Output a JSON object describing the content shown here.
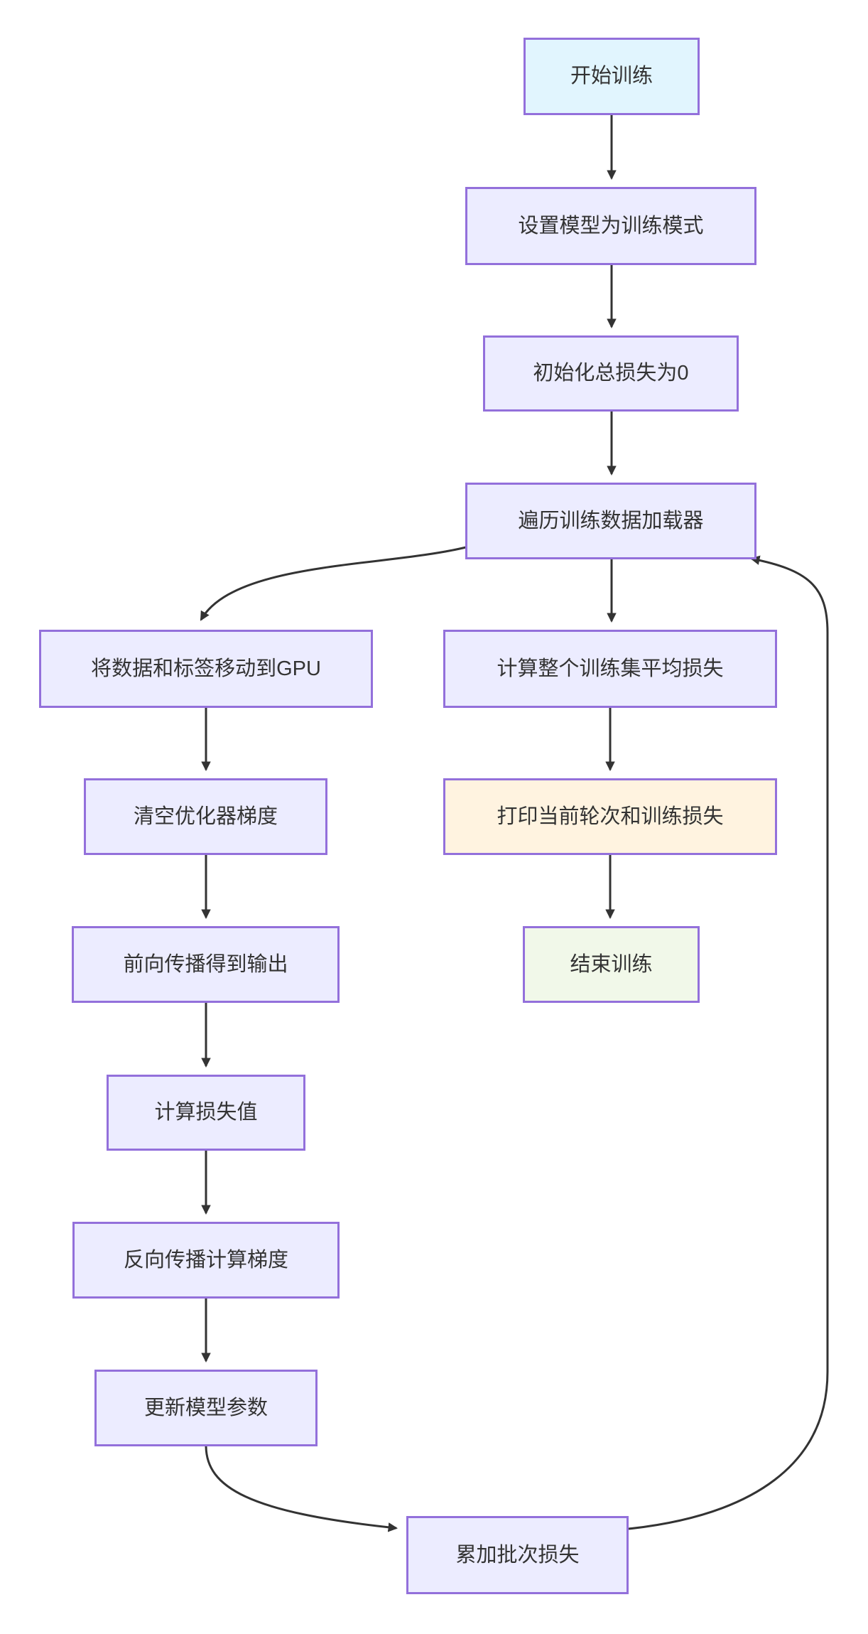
{
  "diagram": {
    "type": "flowchart",
    "direction": "top-down",
    "colors": {
      "node_fill_default": "#ECECFF",
      "node_fill_start": "#E1F5FE",
      "node_fill_print": "#FFF3E0",
      "node_fill_end": "#F1F8E9",
      "node_border": "#9370DB",
      "edge_stroke": "#333333",
      "text": "#333333",
      "background": "#ffffff"
    },
    "nodes": [
      {
        "id": "start",
        "label": "开始训练",
        "kind": "start"
      },
      {
        "id": "set",
        "label": "设置模型为训练模式",
        "kind": "process"
      },
      {
        "id": "init",
        "label": "初始化总损失为0",
        "kind": "process"
      },
      {
        "id": "loop",
        "label": "遍历训练数据加载器",
        "kind": "process"
      },
      {
        "id": "gpu",
        "label": "将数据和标签移动到GPU",
        "kind": "process"
      },
      {
        "id": "avg",
        "label": "计算整个训练集平均损失",
        "kind": "process"
      },
      {
        "id": "zero",
        "label": "清空优化器梯度",
        "kind": "process"
      },
      {
        "id": "print",
        "label": "打印当前轮次和训练损失",
        "kind": "print"
      },
      {
        "id": "fwd",
        "label": "前向传播得到输出",
        "kind": "process"
      },
      {
        "id": "end",
        "label": "结束训练",
        "kind": "end"
      },
      {
        "id": "lossv",
        "label": "计算损失值",
        "kind": "process"
      },
      {
        "id": "back",
        "label": "反向传播计算梯度",
        "kind": "process"
      },
      {
        "id": "upd",
        "label": "更新模型参数",
        "kind": "process"
      },
      {
        "id": "acc",
        "label": "累加批次损失",
        "kind": "process"
      }
    ],
    "edges": [
      {
        "from": "开始训练",
        "to": "设置模型为训练模式"
      },
      {
        "from": "设置模型为训练模式",
        "to": "初始化总损失为0"
      },
      {
        "from": "初始化总损失为0",
        "to": "遍历训练数据加载器"
      },
      {
        "from": "遍历训练数据加载器",
        "to": "将数据和标签移动到GPU"
      },
      {
        "from": "遍历训练数据加载器",
        "to": "计算整个训练集平均损失"
      },
      {
        "from": "将数据和标签移动到GPU",
        "to": "清空优化器梯度"
      },
      {
        "from": "清空优化器梯度",
        "to": "前向传播得到输出"
      },
      {
        "from": "前向传播得到输出",
        "to": "计算损失值"
      },
      {
        "from": "计算损失值",
        "to": "反向传播计算梯度"
      },
      {
        "from": "反向传播计算梯度",
        "to": "更新模型参数"
      },
      {
        "from": "更新模型参数",
        "to": "累加批次损失"
      },
      {
        "from": "累加批次损失",
        "to": "遍历训练数据加载器"
      },
      {
        "from": "计算整个训练集平均损失",
        "to": "打印当前轮次和训练损失"
      },
      {
        "from": "打印当前轮次和训练损失",
        "to": "结束训练"
      }
    ]
  }
}
